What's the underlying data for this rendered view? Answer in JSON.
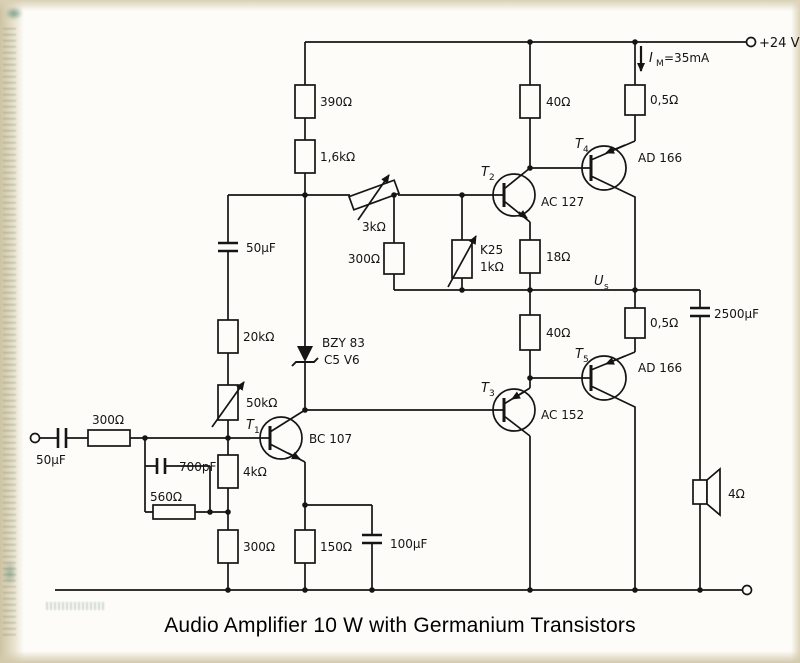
{
  "title": "Audio Amplifier 10 W with Germanium Transistors",
  "supply": {
    "voltage": "+24 V",
    "current_symbol": "I",
    "current_sub": "M",
    "current_value": "=35mA"
  },
  "output_node": {
    "symbol": "U",
    "sub": "s"
  },
  "components": {
    "r_390": "390Ω",
    "r_1k6": "1,6kΩ",
    "pot_3k": "3kΩ",
    "c_50u_bias": "50µF",
    "r_300_bias": "300Ω",
    "th_k25": "K25",
    "th_1k": "1kΩ",
    "r_40_top": "40Ω",
    "r_05_top": "0,5Ω",
    "r_18": "18Ω",
    "r_40_bot": "40Ω",
    "r_05_bot": "0,5Ω",
    "c_2500u": "2500µF",
    "r_20k": "20kΩ",
    "zener_line1": "BZY 83",
    "zener_line2": "C5 V6",
    "r_50k": "50kΩ",
    "r_4k": "4kΩ",
    "r_300_bot": "300Ω",
    "r_150": "150Ω",
    "c_100u": "100µF",
    "c_50u_in": "50µF",
    "r_300_in": "300Ω",
    "c_700p": "700pF",
    "r_560": "560Ω",
    "speaker": "4Ω"
  },
  "transistors": [
    {
      "ref": "T",
      "sub": "1",
      "part": "BC 107"
    },
    {
      "ref": "T",
      "sub": "2",
      "part": "AC 127"
    },
    {
      "ref": "T",
      "sub": "3",
      "part": "AC 152"
    },
    {
      "ref": "T",
      "sub": "4",
      "part": "AD 166"
    },
    {
      "ref": "T",
      "sub": "5",
      "part": "AD 166"
    }
  ]
}
